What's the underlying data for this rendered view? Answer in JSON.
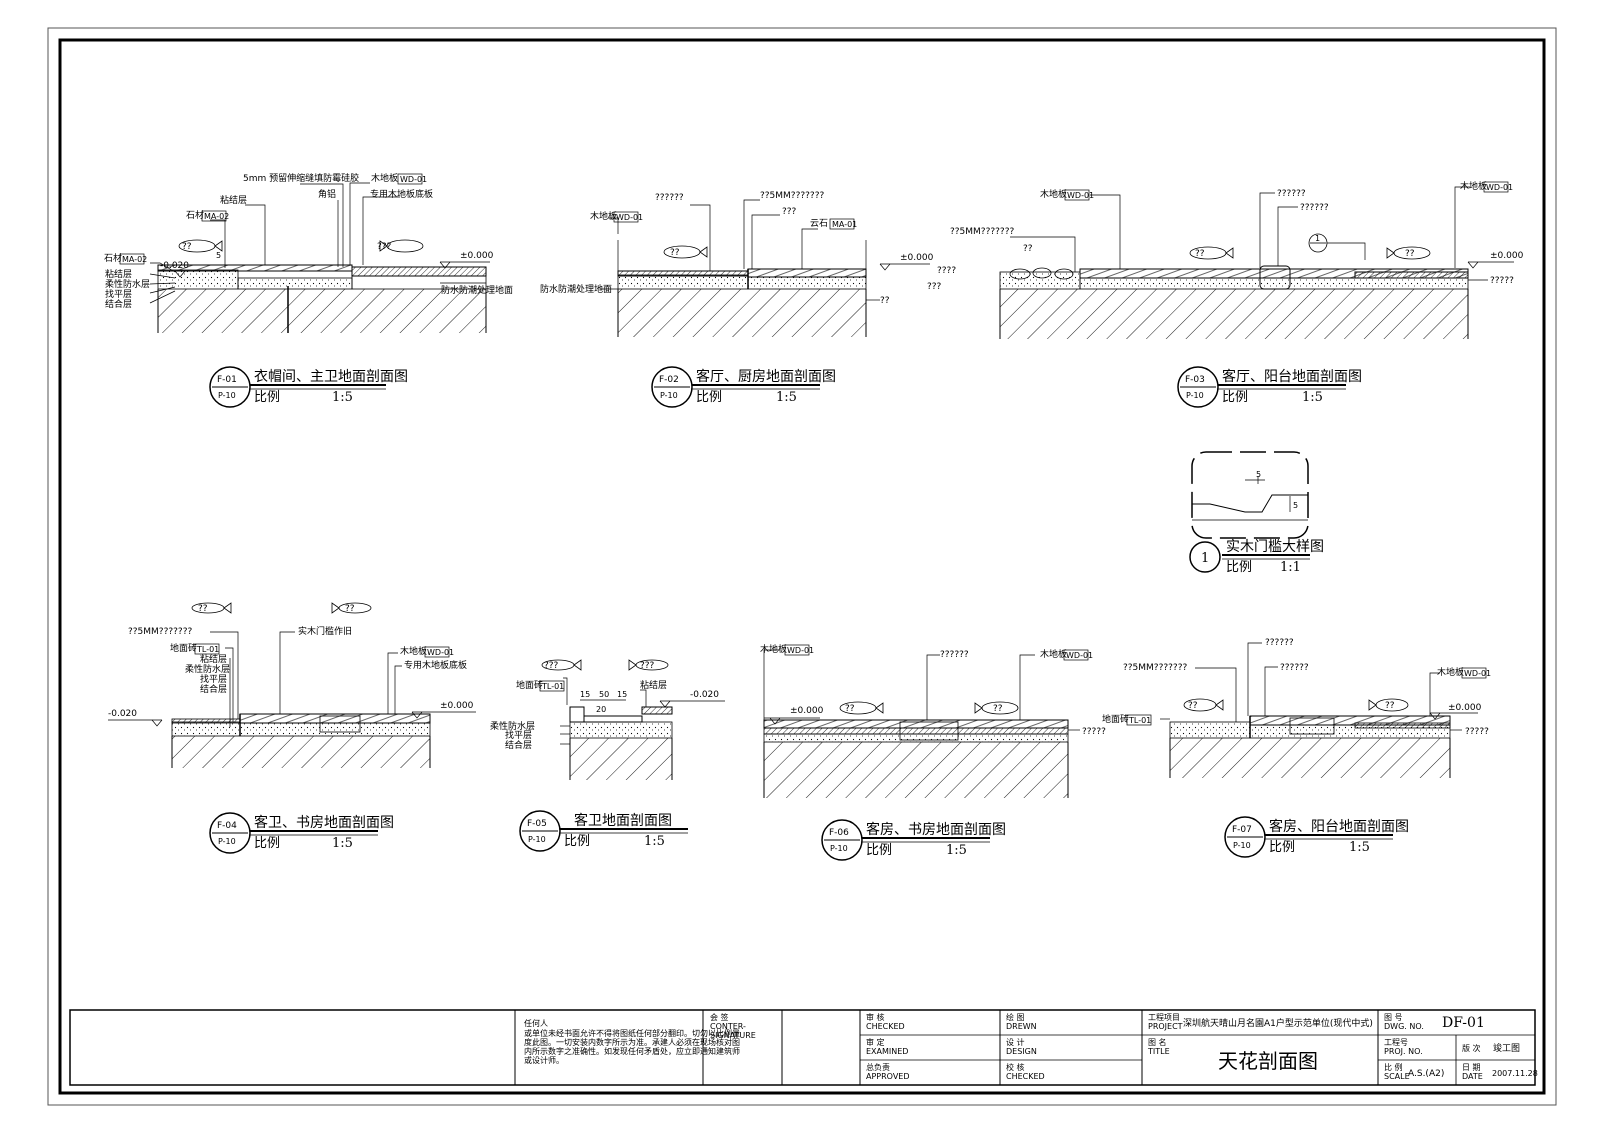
{
  "sections": {
    "f01": {
      "code": "F-01",
      "sheet": "P-10",
      "title": "衣帽间、主卫地面剖面图",
      "scale_label": "比例",
      "scale": "1:5",
      "labels": {
        "joint": "5mm 预留伸缩缝填防霉硅胶",
        "wood": "木地板",
        "wood_tag": "WD-01",
        "angle": "角铝",
        "wood_base": "专用木地板底板",
        "bond_top": "粘结层",
        "stone1": "石材",
        "stone1_tag": "MA-02",
        "stone2": "石材",
        "stone2_tag": "MA-02",
        "bond": "粘结层",
        "waterproof": "柔性防水层",
        "level": "找平层",
        "combine": "结合层",
        "elev_left": "-0.020",
        "elev_right": "±0.000",
        "base": "防水防潮处理地面",
        "mark_a": "??",
        "mark_b": "???",
        "dim": "5"
      }
    },
    "f02": {
      "code": "F-02",
      "sheet": "P-10",
      "title": "客厅、厨房地面剖面图",
      "scale_label": "比例",
      "scale": "1:5",
      "labels": {
        "q6": "??????",
        "q5mm": "??5MM???????",
        "q3": "???",
        "stone": "云石",
        "stone_tag": "MA-01",
        "wood": "木地板",
        "wood_tag": "WD-01",
        "mark": "??",
        "elev": "±0.000",
        "base": "防水防潮处理地面",
        "q2": "??"
      }
    },
    "f03": {
      "code": "F-03",
      "sheet": "P-10",
      "title": "客厅、阳台地面剖面图",
      "scale_label": "比例",
      "scale": "1:5",
      "labels": {
        "wood_l": "木地板",
        "wood_l_tag": "WD-01",
        "q5mm": "??5MM???????",
        "q2": "??",
        "q4": "????",
        "q3": "???",
        "q6a": "??????",
        "q6b": "??????",
        "wood_r": "木地板",
        "wood_r_tag": "WD-01",
        "mark_a": "??",
        "mark_b": "??",
        "elev": "±0.000",
        "q5": "?????",
        "circle": "1"
      }
    },
    "detail1": {
      "code": "1",
      "title": "实木门槛大样图",
      "scale_label": "比例",
      "scale": "1:1",
      "dim_a": "5",
      "dim_b": "5"
    },
    "f04": {
      "code": "F-04",
      "sheet": "P-10",
      "title": "客卫、书房地面剖面图",
      "scale_label": "比例",
      "scale": "1:5",
      "labels": {
        "mark_a": "??",
        "mark_b": "??",
        "q5mm": "??5MM???????",
        "threshold": "实木门槛作旧",
        "tile": "地面砖",
        "tile_tag": "TL-01",
        "bond": "粘结层",
        "waterproof": "柔性防水层",
        "level": "找平层",
        "combine": "结合层",
        "wood": "木地板",
        "wood_tag": "WD-01",
        "wood_base": "专用木地板底板",
        "elev_left": "-0.020",
        "elev_right": "±0.000"
      }
    },
    "f05": {
      "code": "F-05",
      "sheet": "P-10",
      "title": "客卫地面剖面图",
      "scale_label": "比例",
      "scale": "1:5",
      "labels": {
        "mark_a": "???",
        "mark_b": "???",
        "tile": "地面砖",
        "tile_tag": "TL-01",
        "bond": "粘结层",
        "d1": "15",
        "d2": "50",
        "d3": "15",
        "d4": "20",
        "elev": "-0.020",
        "waterproof": "柔性防水层",
        "level": "找平层",
        "combine": "结合层"
      }
    },
    "f06": {
      "code": "F-06",
      "sheet": "P-10",
      "title": "客房、书房地面剖面图",
      "scale_label": "比例",
      "scale": "1:5",
      "labels": {
        "wood_l": "木地板",
        "wood_l_tag": "WD-01",
        "q6": "??????",
        "wood_r": "木地板",
        "wood_r_tag": "WD-01",
        "elev": "±0.000",
        "mark_a": "??",
        "mark_b": "??",
        "q5": "?????"
      }
    },
    "f07": {
      "code": "F-07",
      "sheet": "P-10",
      "title": "客房、阳台地面剖面图",
      "scale_label": "比例",
      "scale": "1:5",
      "labels": {
        "q6a": "??????",
        "q5mm": "??5MM???????",
        "q6b": "??????",
        "wood": "木地板",
        "wood_tag": "WD-01",
        "tile": "地面砖",
        "tile_tag": "TL-01",
        "mark_a": "??",
        "mark_b": "??",
        "elev": "±0.000",
        "q5": "?????"
      }
    }
  },
  "title_block": {
    "note_title": "任何人",
    "note_lines": [
      "或单位未经书面允许不得将图纸任何部分翻印。切勿以比例量",
      "度此图。一切安装内数字所示为准。承建人必须在现场核对图",
      "内所示数字之准确性。如发现任何矛盾处，应立即通知建筑师",
      "或设计师。"
    ],
    "sign_cn": "会 签",
    "sign_en1": "CONTER-",
    "sign_en2": "SIGNATURE",
    "checked_cn": "审 核",
    "checked_en": "CHECKED",
    "examined_cn": "审 定",
    "examined_en": "EXAMINED",
    "approved_cn": "总负责",
    "approved_en": "APPROVED",
    "drawn_cn": "绘 图",
    "drawn_en": "DREWN",
    "design_cn": "设 计",
    "design_en": "DESIGN",
    "checked2_cn": "校 核",
    "checked2_en": "CHECKED",
    "project_cn": "工程项目",
    "project_en": "PROJECT",
    "project_name": "深圳航天晴山月名園A1户型示范单位(现代中式)",
    "title_cn": "图 名",
    "title_en": "TITLE",
    "drawing_title": "天花剖面图",
    "dwg_cn": "图 号",
    "dwg_en": "DWG. NO.",
    "dwg_no": "DF-01",
    "proj_cn": "工程号",
    "proj_en": "PROJ. NO.",
    "rev_label": "版 次",
    "rev_value": "竣工图",
    "scale_cn": "比 例",
    "scale_en": "SCALE",
    "scale_value": "A.S.(A2)",
    "date_cn": "日 期",
    "date_en": "DATE",
    "date_value": "2007.11.28"
  }
}
